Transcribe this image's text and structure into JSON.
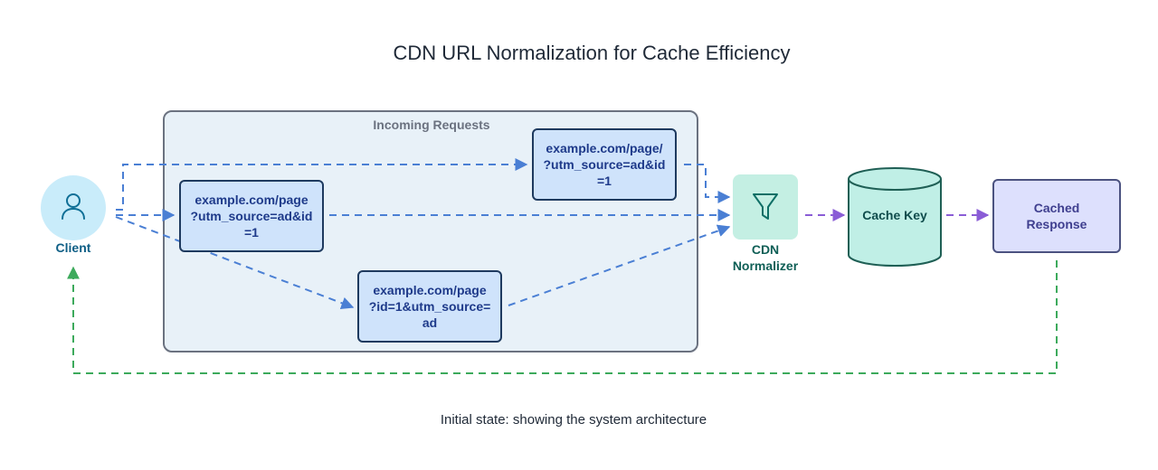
{
  "title": "CDN URL Normalization for Cache Efficiency",
  "caption": "Initial state: showing the system architecture",
  "group": {
    "label": "Incoming Requests"
  },
  "client": {
    "label": "Client",
    "icon": "user-icon"
  },
  "requests": [
    {
      "lines": [
        "example.com/page/",
        "?utm_source=ad&id",
        "=1"
      ]
    },
    {
      "lines": [
        "example.com/page",
        "?utm_source=ad&id",
        "=1"
      ]
    },
    {
      "lines": [
        "example.com/page",
        "?id=1&utm_source=",
        "ad"
      ]
    }
  ],
  "normalizer": {
    "label_lines": [
      "CDN",
      "Normalizer"
    ],
    "icon": "filter-icon"
  },
  "cache_key": {
    "label": "Cache Key"
  },
  "cached_response": {
    "label_lines": [
      "Cached",
      "Response"
    ]
  },
  "colors": {
    "request_arrow": "#4a7fd4",
    "normalized_arrow": "#8a5cd6",
    "response_arrow": "#3daa5c",
    "client_fill": "#c9ecfa",
    "normalizer_fill": "#c4efe3",
    "cache_fill": "#c0efe6",
    "cached_fill": "#dde0fd"
  }
}
